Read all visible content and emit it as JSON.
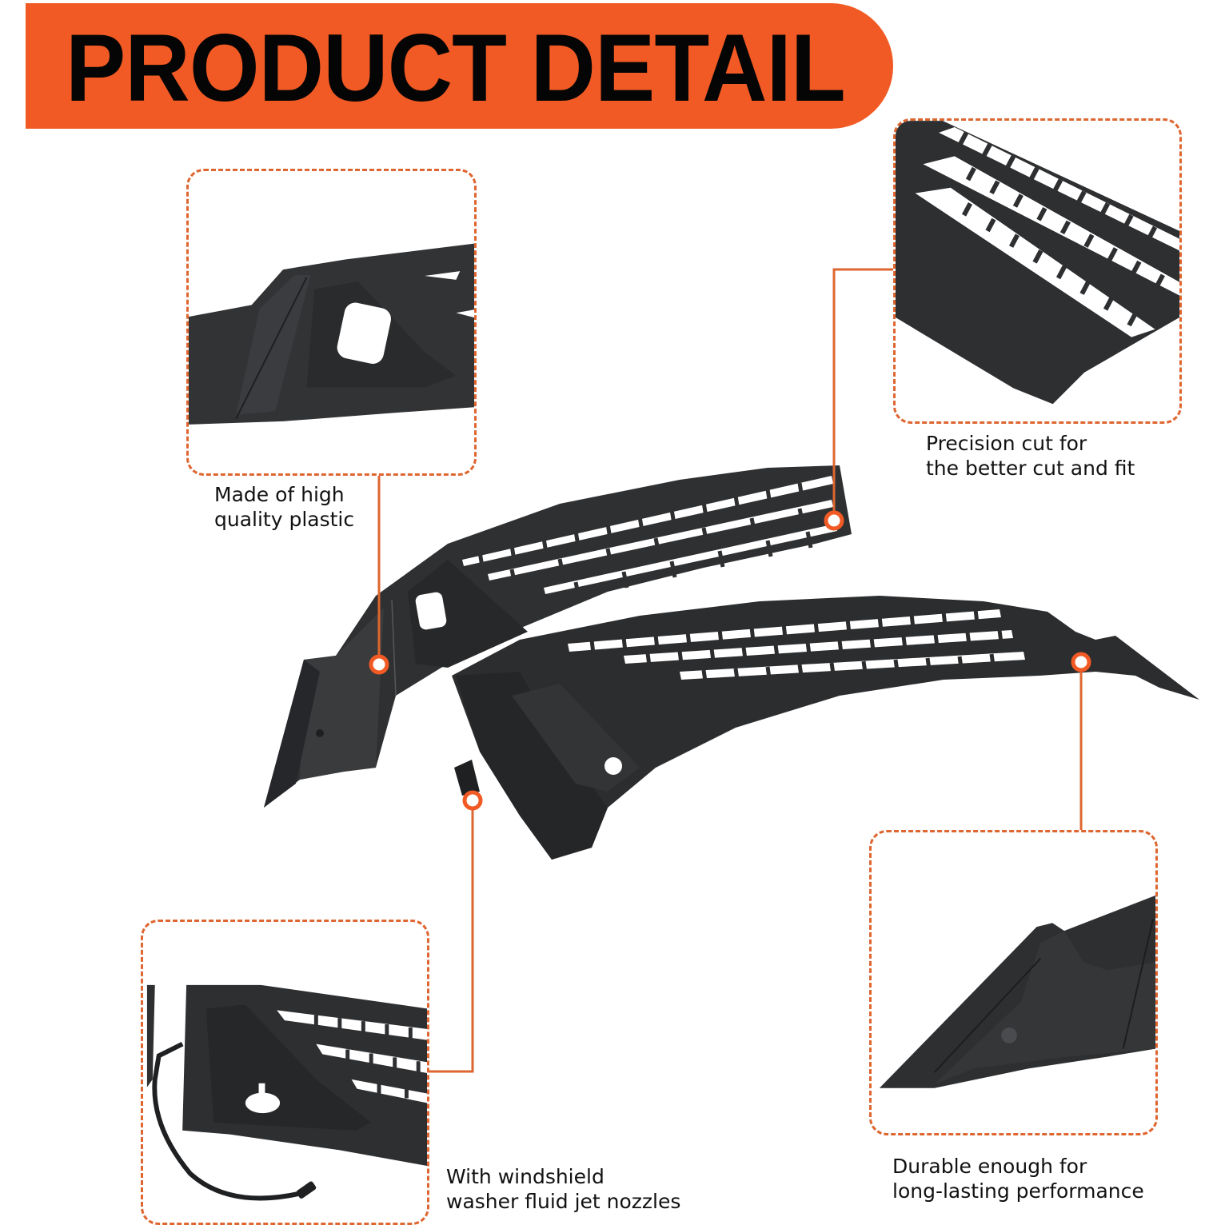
{
  "banner": {
    "title": "PRODUCT DETAIL",
    "background_color": "#F15A24",
    "text_color": "#050505"
  },
  "accent": {
    "callout_line_color": "#DE6630",
    "callout_dot_color": "#F15A24"
  },
  "callouts": [
    {
      "id": "top-left",
      "line1": "Made of high",
      "line2": "quality plastic",
      "inset_subject": "cowl panel end with wiper pivot opening"
    },
    {
      "id": "top-right",
      "line1": "Precision cut for",
      "line2": "the better cut and fit",
      "inset_subject": "cowl panel vent louvers close-up"
    },
    {
      "id": "bottom-left",
      "line1": "With windshield",
      "line2": "washer fluid jet nozzles",
      "inset_subject": "cowl panel with washer fluid hose and nozzle"
    },
    {
      "id": "bottom-right",
      "line1": "Durable enough for",
      "line2": "long-lasting performance",
      "inset_subject": "cowl panel tapered end cap"
    }
  ],
  "product": {
    "subject": "black plastic windshield wiper cowl vent panels (pair)",
    "color": "#2E2F31"
  }
}
